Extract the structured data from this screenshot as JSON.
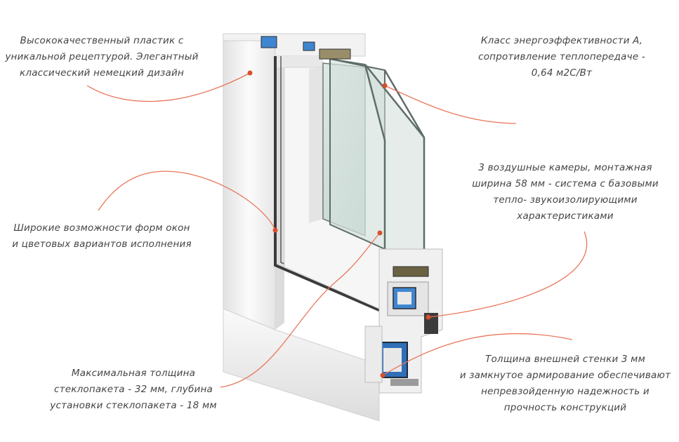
{
  "colors": {
    "callout_line": "#e9765a",
    "callout_dot": "#d94f2b",
    "text": "#444444",
    "frame_white": "#f4f4f4",
    "glass_tint": "#c9d8d2",
    "seal_dark": "#3b3b3b",
    "steel_blue": "#2f6fb8"
  },
  "captions": [
    {
      "id": "plastic",
      "lines": [
        "Высококачественный пластик с",
        "уникальной рецептурой. Элегантный",
        "классический немецкий дизайн"
      ]
    },
    {
      "id": "energy",
      "lines": [
        "Класс энергоэффективности А,",
        "сопротивление теплопередаче -",
        "0,64 м2С/Вт"
      ]
    },
    {
      "id": "chambers",
      "lines": [
        "3 воздушные камеры, монтажная",
        "ширина 58 мм - система с базовыми",
        "тепло- звукоизолирующими",
        "характеристиками"
      ]
    },
    {
      "id": "shapes",
      "lines": [
        "Широкие возможности форм окон",
        "и цветовых вариантов исполнения"
      ]
    },
    {
      "id": "glazing",
      "lines": [
        "Максимальная толщина",
        "стеклопакета - 32 мм, глубина",
        "установки стеклопакета - 18 мм"
      ]
    },
    {
      "id": "wall",
      "lines": [
        "Толщина внешней стенки 3 мм",
        "и замкнутое армирование обеспечивают",
        "непревзойденную надежность и",
        "прочность конструкций"
      ]
    }
  ]
}
